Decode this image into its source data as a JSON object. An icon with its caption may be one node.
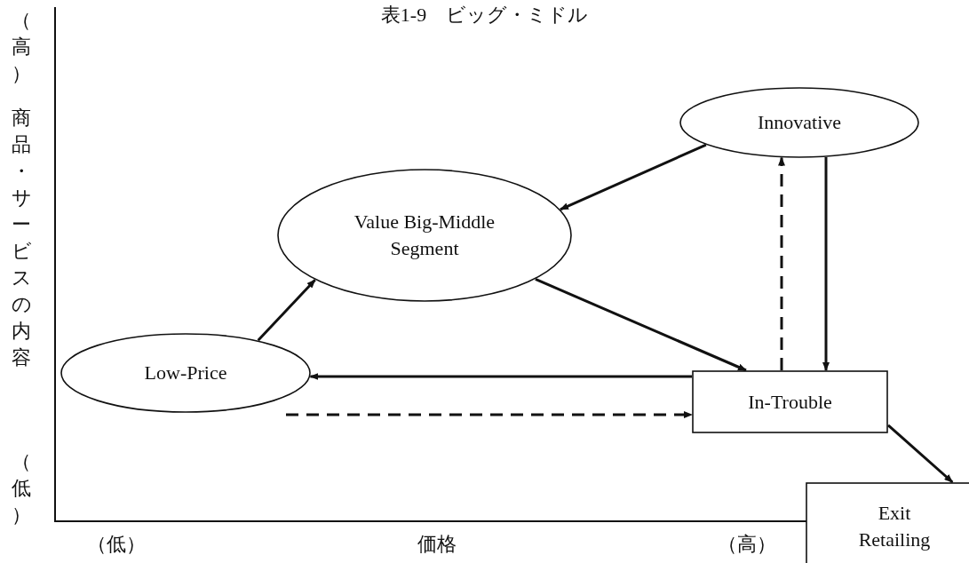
{
  "diagram": {
    "title": "表1-9　ビッグ・ミドル",
    "nodes": [
      {
        "text": [
          "Innovative"
        ]
      },
      {
        "text": [
          "Value Big-Middle Segment"
        ]
      },
      {
        "text": [
          "Low-Price"
        ]
      },
      {
        "text": [
          "In-Trouble"
        ]
      },
      {
        "text": [
          "Exit Retailing"
        ]
      }
    ],
    "edges": [
      {
        "from": 0,
        "to": 1,
        "arrow": "to"
      },
      {
        "from": 0,
        "to": 3,
        "arrow": "to"
      },
      {
        "from": 3,
        "to": 0,
        "arrow": "to",
        "style": "dashed"
      },
      {
        "from": 2,
        "to": 1,
        "arrow": "to"
      },
      {
        "from": 1,
        "to": 3,
        "arrow": "to"
      },
      {
        "from": 3,
        "to": 2,
        "arrow": "to"
      },
      {
        "from": 2,
        "to": 3,
        "arrow": "to",
        "style": "dashed"
      },
      {
        "from": 3,
        "to": 4,
        "arrow": "to"
      }
    ],
    "labels": [
      "（高）",
      "商品・サービスの内容",
      "（低）",
      "（低）",
      "価格",
      "（高）"
    ]
  }
}
